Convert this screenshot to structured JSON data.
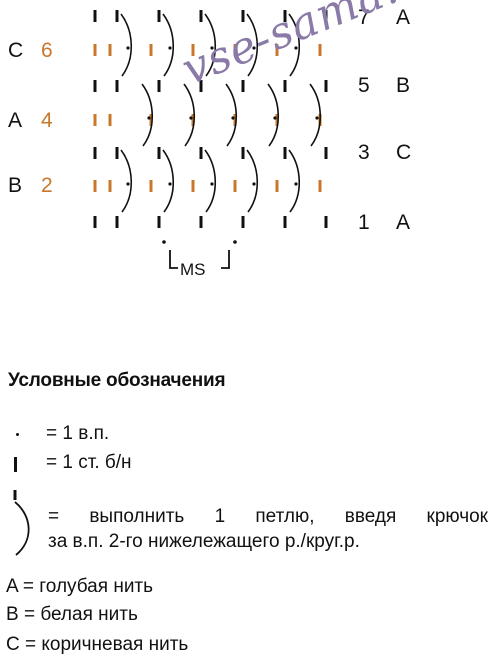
{
  "diagram": {
    "row_labels_left": [
      {
        "letter": "C",
        "number": "6"
      },
      {
        "letter": "A",
        "number": "4"
      },
      {
        "letter": "B",
        "number": "2"
      }
    ],
    "row_labels_right": [
      {
        "number": "7",
        "letter": "A"
      },
      {
        "number": "5",
        "letter": "B"
      },
      {
        "number": "3",
        "letter": "C"
      },
      {
        "number": "1",
        "letter": "A"
      }
    ],
    "ms_label": "MS",
    "watermark": "vse-sama.ru"
  },
  "legend": {
    "title": "Условные обозначения",
    "items": [
      {
        "symbol": "dot-icon",
        "text": "= 1 в.п."
      },
      {
        "symbol": "stitch-bar-icon",
        "text": "= 1 ст. б/н"
      },
      {
        "symbol": "long-loop-icon",
        "text_line1": "= выполнить 1 петлю, введя крючок",
        "text_line2": "за в.п. 2-го нижележащего р./круг.р."
      }
    ],
    "colors": [
      {
        "text": "A = голубая нить"
      },
      {
        "text": "B = белая нить"
      },
      {
        "text": "C = коричневая нить"
      }
    ]
  },
  "colors": {
    "ink": "#111111",
    "accent_orange": "#c9772a",
    "watermark": "#8a7aa8"
  }
}
